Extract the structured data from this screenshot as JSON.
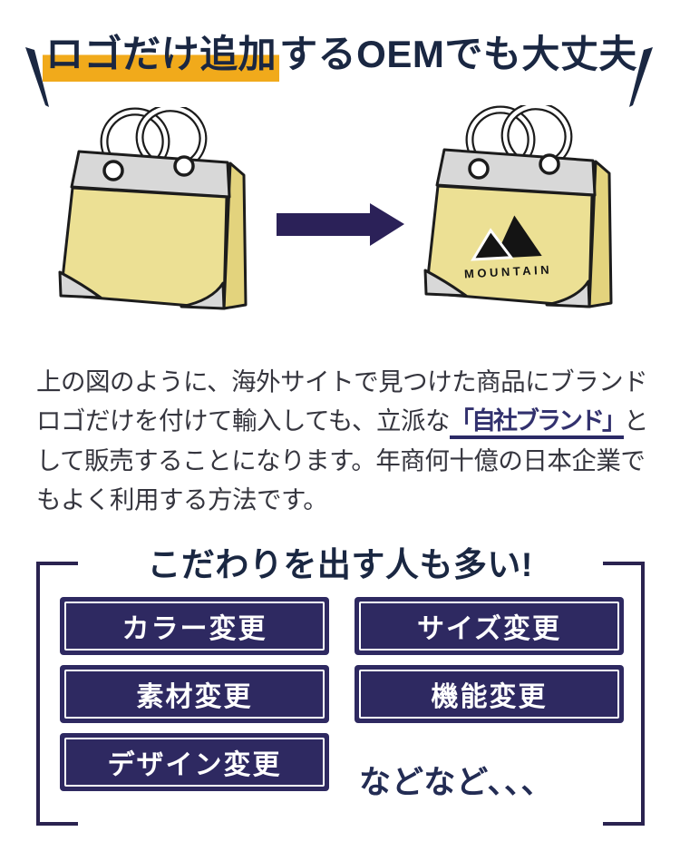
{
  "title": {
    "highlight": "ロゴだけ追加",
    "rest": "するOEMでも大丈夫"
  },
  "illustration": {
    "left_bag": "plain-bag",
    "right_bag": "bag-with-brand-logo",
    "logo_text": "MOUNTAIN"
  },
  "paragraph": {
    "part1": "上の図のように、海外サイトで見つけた商品にブランドロゴだけを付けて輸入しても、立派な",
    "emphasis": "「自社ブランド」",
    "part2": "として販売することになります。年商何十億の日本企業でもよく利用する方法です。"
  },
  "options": {
    "heading": "こだわりを出す人も多い!",
    "buttons": [
      "カラー変更",
      "サイズ変更",
      "素材変更",
      "機能変更",
      "デザイン変更"
    ],
    "etc": "などなど、、、"
  },
  "colors": {
    "title_navy": "#1a2742",
    "highlight_yellow": "#f1aa1b",
    "arrow_navy": "#2b2158",
    "button_navy": "#2e2961",
    "emphasis_navy": "#32316e",
    "body_text": "#35353e",
    "bag_yellow": "#ece094",
    "bag_gray": "#d8d8d8",
    "frame_navy": "#2a2350"
  }
}
